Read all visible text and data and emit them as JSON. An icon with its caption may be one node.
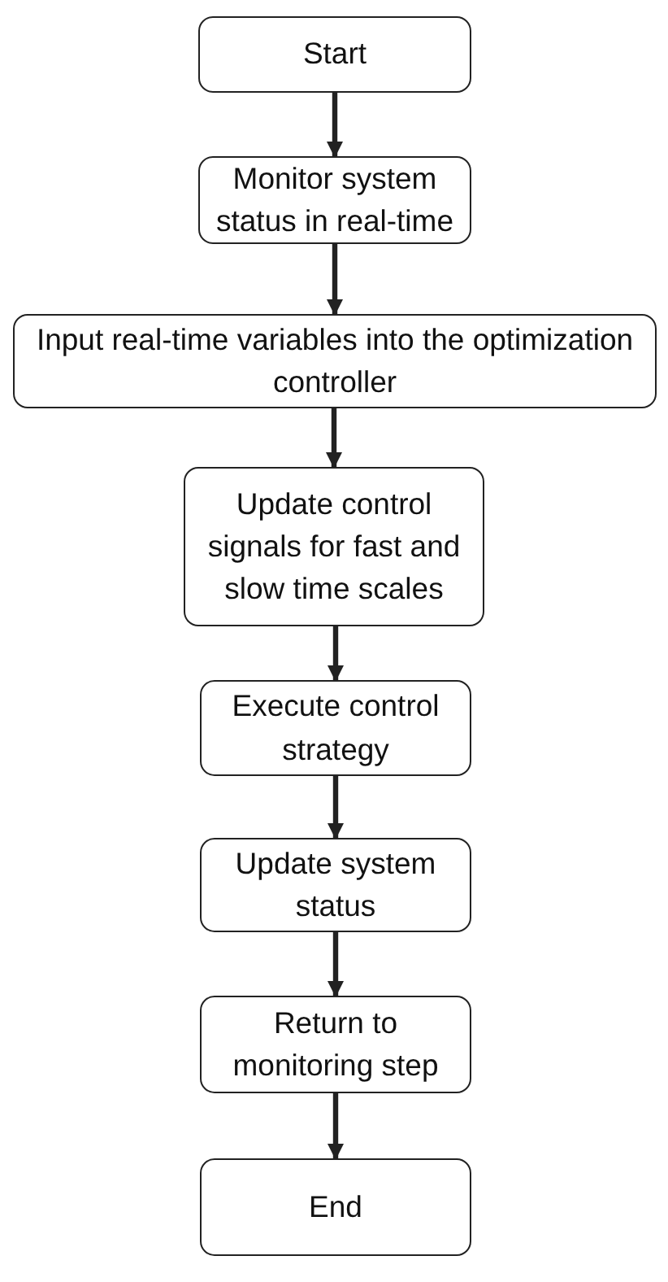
{
  "diagram": {
    "nodes": [
      {
        "text": [
          "Start"
        ]
      },
      {
        "text": [
          "Monitor system status in real-time"
        ]
      },
      {
        "text": [
          "Input real-time variables into the optimization controller"
        ]
      },
      {
        "text": [
          "Update control signals for fast and slow time scales"
        ]
      },
      {
        "text": [
          "Execute control strategy"
        ]
      },
      {
        "text": [
          "Update system status"
        ]
      },
      {
        "text": [
          "Return to monitoring step"
        ]
      },
      {
        "text": [
          "End"
        ]
      }
    ],
    "edges": [
      {
        "from": 0,
        "to": 1,
        "arrow": "to"
      },
      {
        "from": 1,
        "to": 2,
        "arrow": "to"
      },
      {
        "from": 2,
        "to": 3,
        "arrow": "to"
      },
      {
        "from": 3,
        "to": 4,
        "arrow": "to"
      },
      {
        "from": 4,
        "to": 5,
        "arrow": "to"
      },
      {
        "from": 5,
        "to": 6,
        "arrow": "to"
      },
      {
        "from": 6,
        "to": 7,
        "arrow": "to"
      }
    ]
  }
}
